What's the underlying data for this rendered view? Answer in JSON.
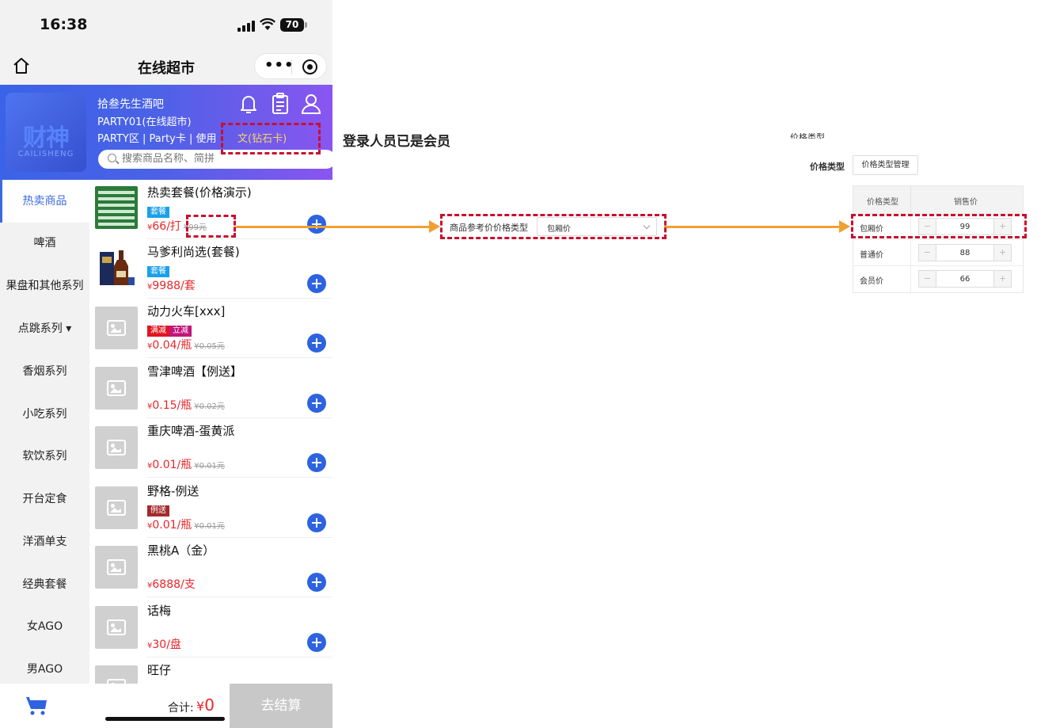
{
  "status_bar": {
    "time": "16:38",
    "battery": "70"
  },
  "nav": {
    "title": "在线超市",
    "capsule_dots": "•••"
  },
  "header": {
    "logo_text": "财神",
    "logo_sub": "CAILISHENG",
    "store_name": "拾叁先生酒吧",
    "store_sub": "PARTY01(在线超市)",
    "zone_line": "PARTY区 | Party卡 | 使用",
    "member_level": "文(钻石卡)",
    "search_placeholder": "搜索商品名称、简拼"
  },
  "sidebar": {
    "items": [
      {
        "label": "热卖商品",
        "active": true
      },
      {
        "label": "啤酒"
      },
      {
        "label": "果盘和其他系列"
      },
      {
        "label": "点跳系列 ▾"
      },
      {
        "label": "香烟系列"
      },
      {
        "label": "小吃系列"
      },
      {
        "label": "软饮系列"
      },
      {
        "label": "开台定食"
      },
      {
        "label": "洋酒单支"
      },
      {
        "label": "经典套餐"
      },
      {
        "label": "女AGO"
      },
      {
        "label": "男AGO"
      }
    ]
  },
  "products": [
    {
      "name": "热卖套餐(价格演示)",
      "tags": [
        "套餐"
      ],
      "yen": "¥",
      "price": "66/打",
      "orig": "¥99元"
    },
    {
      "name": "马爹利尚选(套餐)",
      "tags": [
        "套餐"
      ],
      "yen": "¥",
      "price": "9988/套",
      "orig": ""
    },
    {
      "name": "动力火车[xxx]",
      "tags": [
        "满减",
        "立减"
      ],
      "yen": "¥",
      "price": "0.04/瓶",
      "orig": "¥0.05元"
    },
    {
      "name": "雪津啤酒【例送】",
      "tags": [],
      "yen": "¥",
      "price": "0.15/瓶",
      "orig": "¥0.02元"
    },
    {
      "name": "重庆啤酒-蛋黄派",
      "tags": [],
      "yen": "¥",
      "price": "0.01/瓶",
      "orig": "¥0.01元"
    },
    {
      "name": "野格-例送",
      "tags": [
        "例送"
      ],
      "yen": "¥",
      "price": "0.01/瓶",
      "orig": "¥0.01元"
    },
    {
      "name": "黑桃A（金）",
      "tags": [],
      "yen": "¥",
      "price": "6888/支",
      "orig": ""
    },
    {
      "name": "话梅",
      "tags": [],
      "yen": "¥",
      "price": "30/盘",
      "orig": ""
    },
    {
      "name": "旺仔",
      "tags": [],
      "yen": "",
      "price": "",
      "orig": ""
    }
  ],
  "bottom": {
    "total_label": "合计:",
    "yen": "¥",
    "total_value": "0",
    "checkout": "去结算"
  },
  "annotation": {
    "note": "登录人员已是会员"
  },
  "admin": {
    "ref_label": "商品参考价价格类型",
    "ref_value": "包厢价",
    "cut_text": "价格类型",
    "price_type_label": "价格类型",
    "price_type_button": "价格类型管理",
    "table": {
      "headers": [
        "价格类型",
        "销售价"
      ],
      "rows": [
        {
          "label": "包厢价",
          "value": "99"
        },
        {
          "label": "普通价",
          "value": "88"
        },
        {
          "label": "会员价",
          "value": "66"
        }
      ]
    },
    "minus": "−",
    "plus": "+"
  },
  "colors": {
    "accent": "#2e63e0",
    "price": "#e8262a",
    "highlight_border": "#c8102e",
    "arrow": "#f0a030",
    "gold": "#f5d36a"
  }
}
